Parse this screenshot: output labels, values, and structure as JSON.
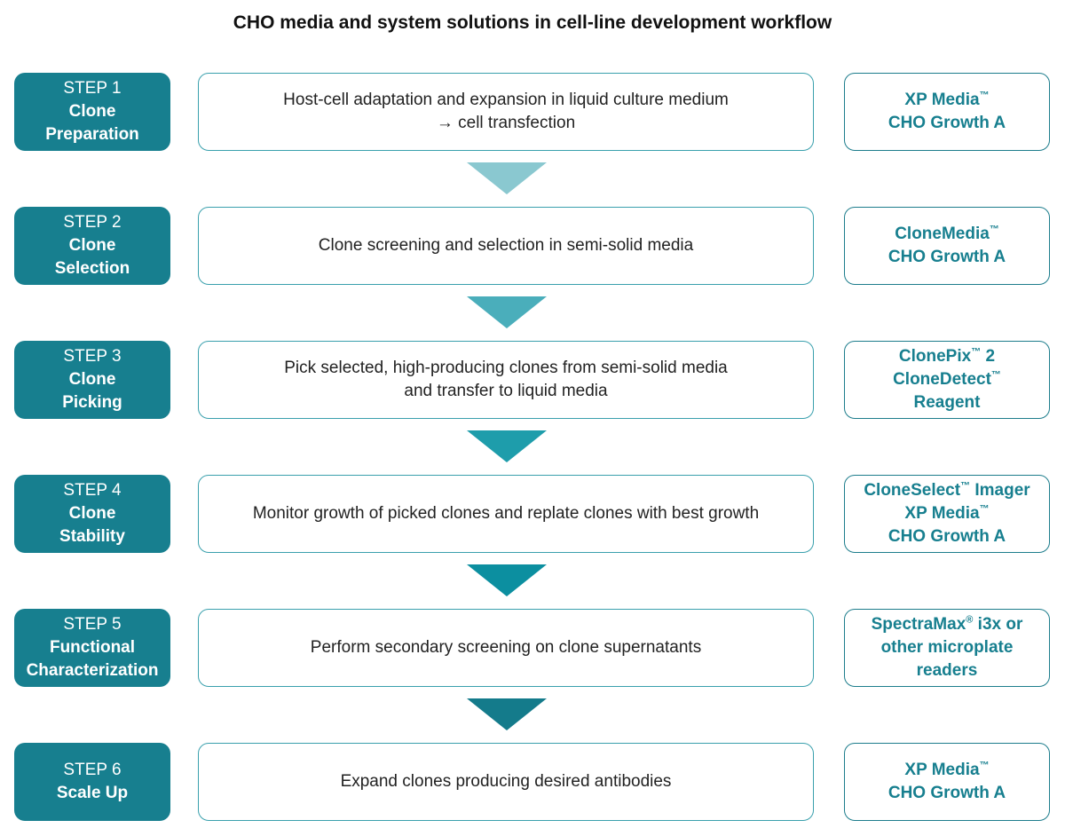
{
  "title": "CHO media and system solutions in cell-line development workflow",
  "colors": {
    "step_fill": "#177f8f",
    "desc_border": "#3aa0ad",
    "product_text": "#177f8f",
    "arrows": [
      "#8ac8d0",
      "#4aaebb",
      "#1e9dab",
      "#0c8fa0",
      "#147b8b"
    ]
  },
  "steps": [
    {
      "step": "STEP 1",
      "name_lines": [
        "Clone",
        "Preparation"
      ],
      "desc_lines": [
        "Host-cell adaptation and expansion in liquid culture medium",
        "→ cell transfection"
      ],
      "product_lines": [
        {
          "text": "XP Media",
          "mark": "™"
        },
        {
          "text": "CHO Growth A",
          "mark": ""
        }
      ]
    },
    {
      "step": "STEP 2",
      "name_lines": [
        "Clone",
        "Selection"
      ],
      "desc_lines": [
        "Clone screening and selection in semi-solid media"
      ],
      "product_lines": [
        {
          "text": "CloneMedia",
          "mark": "™"
        },
        {
          "text": "CHO Growth A",
          "mark": ""
        }
      ]
    },
    {
      "step": "STEP 3",
      "name_lines": [
        "Clone",
        "Picking"
      ],
      "desc_lines": [
        "Pick selected, high-producing clones from semi-solid media",
        "and transfer to liquid media"
      ],
      "product_lines": [
        {
          "text": "ClonePix",
          "mark": "™",
          "after": " 2"
        },
        {
          "text": "CloneDetect",
          "mark": "™"
        },
        {
          "text": "Reagent",
          "mark": ""
        }
      ]
    },
    {
      "step": "STEP 4",
      "name_lines": [
        "Clone",
        "Stability"
      ],
      "desc_lines": [
        "Monitor growth of picked clones and replate clones with best growth"
      ],
      "product_lines": [
        {
          "text": "CloneSelect",
          "mark": "™",
          "after": " Imager"
        },
        {
          "text": "XP Media",
          "mark": "™"
        },
        {
          "text": "CHO Growth A",
          "mark": ""
        }
      ]
    },
    {
      "step": "STEP 5",
      "name_lines": [
        "Functional",
        "Characterization"
      ],
      "desc_lines": [
        "Perform secondary screening on clone supernatants"
      ],
      "product_lines": [
        {
          "text": "SpectraMax",
          "mark": "®",
          "after": " i3x or"
        },
        {
          "text": "other microplate",
          "mark": ""
        },
        {
          "text": "readers",
          "mark": ""
        }
      ]
    },
    {
      "step": "STEP 6",
      "name_lines": [
        "Scale Up"
      ],
      "desc_lines": [
        "Expand clones producing desired antibodies"
      ],
      "product_lines": [
        {
          "text": "XP Media",
          "mark": "™"
        },
        {
          "text": "CHO Growth A",
          "mark": ""
        }
      ]
    }
  ]
}
